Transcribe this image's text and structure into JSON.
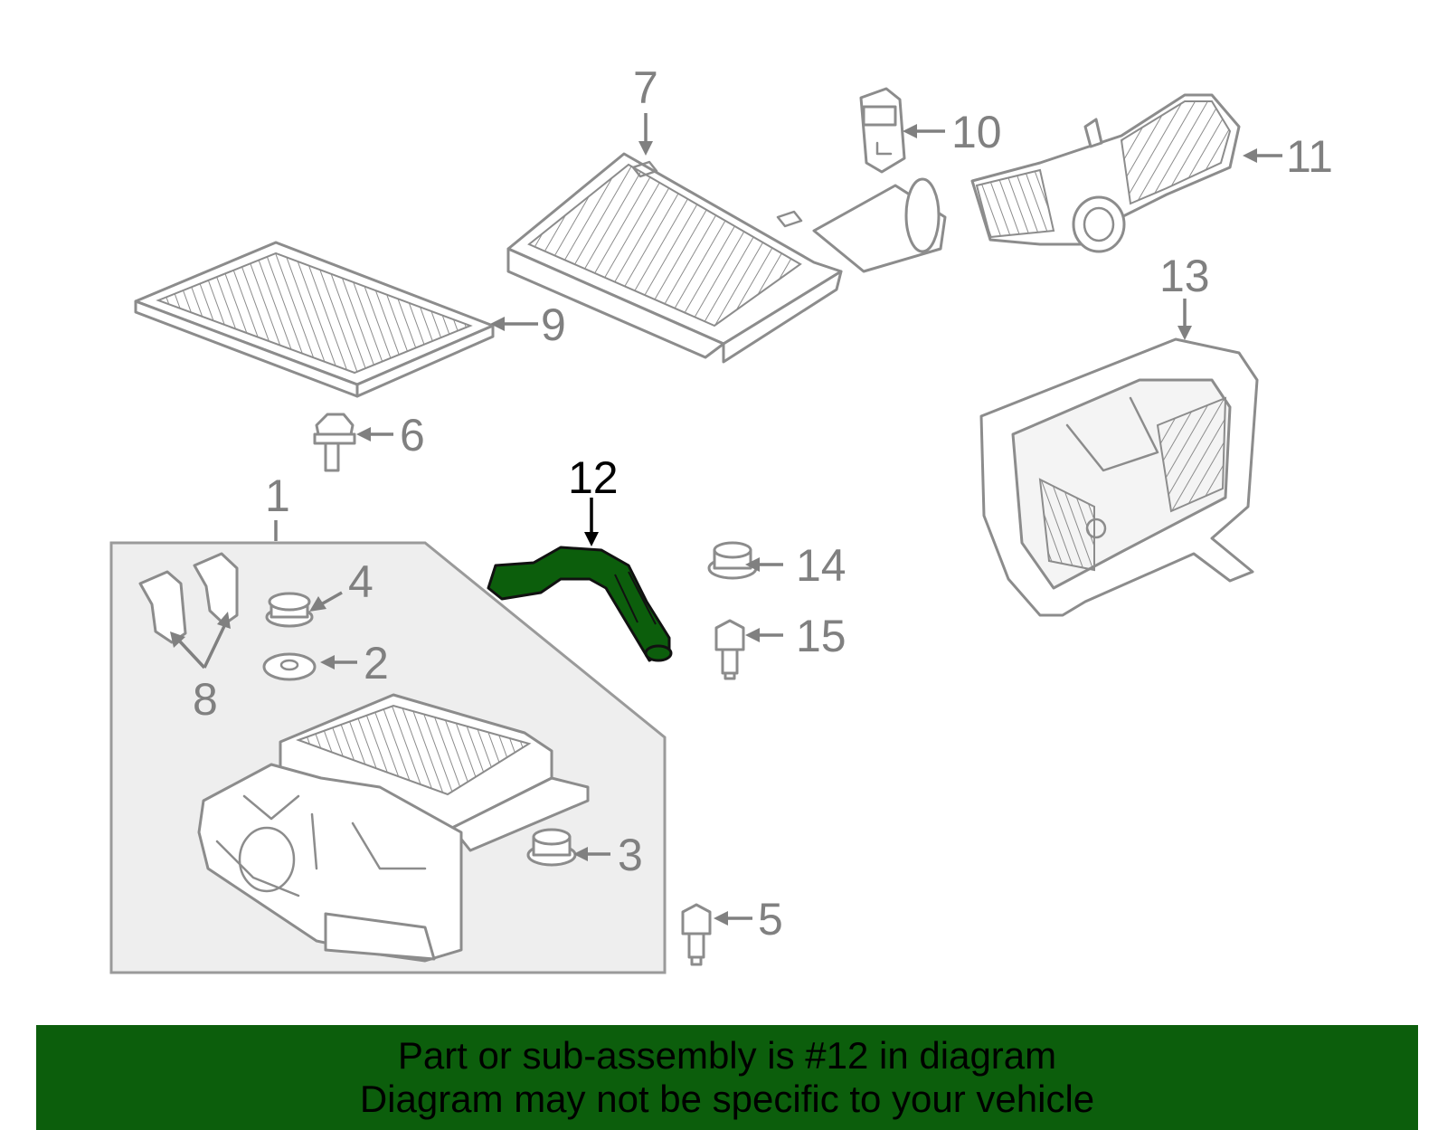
{
  "callouts": {
    "c1": "1",
    "c2": "2",
    "c3": "3",
    "c4": "4",
    "c5": "5",
    "c6": "6",
    "c7": "7",
    "c8": "8",
    "c9": "9",
    "c10": "10",
    "c11": "11",
    "c12": "12",
    "c13": "13",
    "c14": "14",
    "c15": "15"
  },
  "highlight": {
    "part_number": "12",
    "color": "#0c5e0c"
  },
  "colors": {
    "part_line": "#8c8c8c",
    "callout_text": "#808080",
    "panel_fill": "#eeeeee",
    "banner": "#0c5e0c"
  },
  "banner": {
    "line1": "Part or sub-assembly is #12 in diagram",
    "line2": "Diagram may not be specific to your vehicle"
  }
}
